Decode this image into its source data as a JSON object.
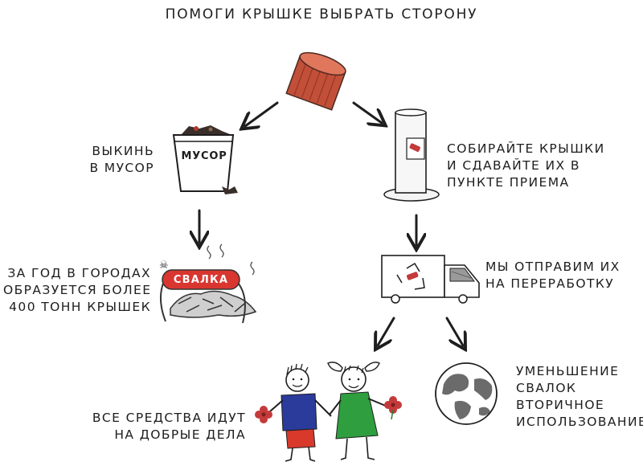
{
  "title": "ПОМОГИ КРЫШКЕ ВЫБРАТЬ СТОРОНУ",
  "left_branch": {
    "action_lines": [
      "ВЫКИНЬ",
      "В МУСОР"
    ],
    "bin_label": "МУСОР",
    "dump_label": "СВАЛКА",
    "fact_lines": [
      "ЗА ГОД В ГОРОДАХ",
      "ОБРАЗУЕТСЯ БОЛЕЕ",
      "400 ТОНН КРЫШЕК"
    ]
  },
  "right_branch": {
    "collect_lines": [
      "СОБИРАЙТЕ КРЫШКИ",
      "И СДАВАЙТЕ ИХ В",
      "ПУНКТЕ ПРИЕМА"
    ],
    "recycle_lines": [
      "МЫ ОТПРАВИМ ИХ",
      "НА ПЕРЕРАБОТКУ"
    ],
    "charity_lines": [
      "ВСЕ СРЕДСТВА ИДУТ",
      "НА ДОБРЫЕ ДЕЛА"
    ],
    "benefit_lines": [
      "УМЕНЬШЕНИЕ",
      "СВАЛОК",
      "ВТОРИЧНОЕ",
      "ИСПОЛЬЗОВАНИЕ"
    ]
  },
  "icons": [
    "bottle-cap-icon",
    "trash-bin-icon",
    "collection-tube-icon",
    "landfill-icon",
    "recycling-truck-icon",
    "children-icon",
    "globe-icon",
    "arrow-icon"
  ],
  "colors": {
    "cap": "#d9654a",
    "dump_sign": "#d9362f",
    "boy_shirt": "#2a3b9c",
    "boy_pants": "#d8392b",
    "girl_dress": "#2e9e3e",
    "flower": "#c43a3a",
    "ink": "#1e1e1e"
  }
}
